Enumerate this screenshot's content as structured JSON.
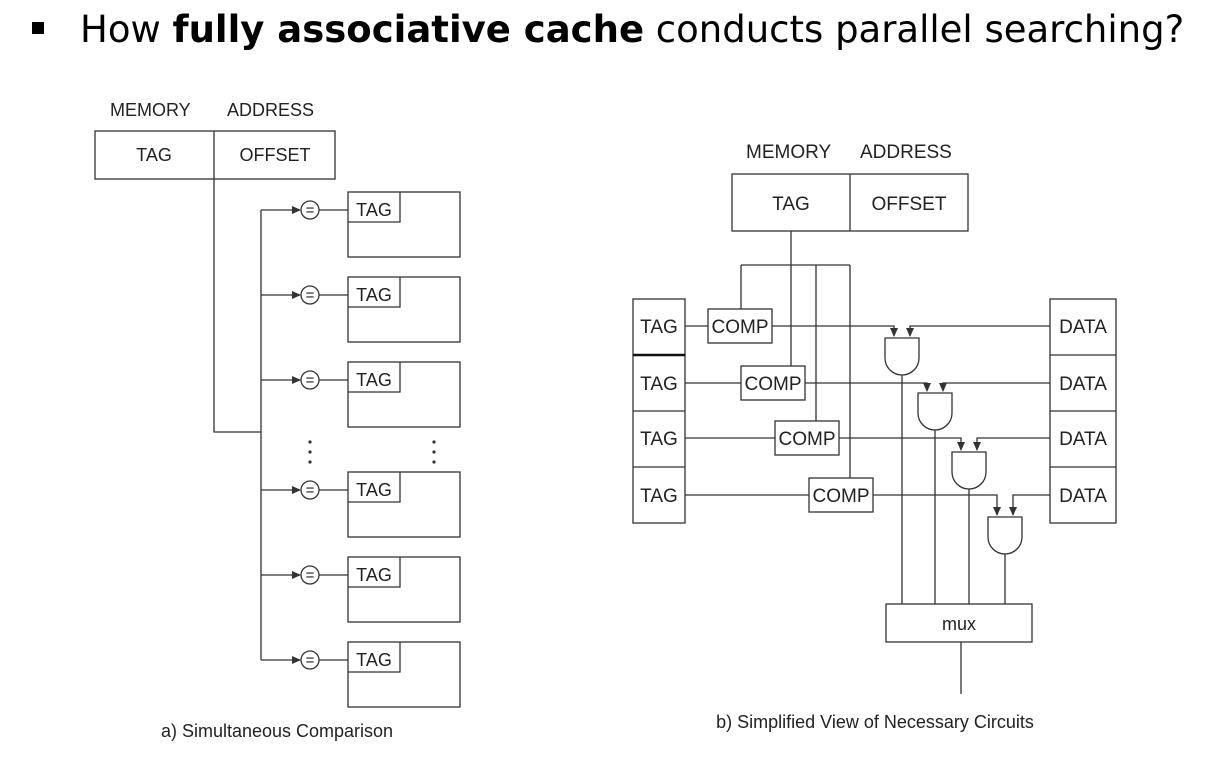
{
  "heading": {
    "prefix": "How ",
    "bold": "fully associative cache",
    "suffix": " conducts parallel searching?"
  },
  "figure_a": {
    "memory_label": "MEMORY",
    "address_label": "ADDRESS",
    "tag_label": "TAG",
    "offset_label": "OFFSET",
    "entry_tag_label": "TAG",
    "compare_symbol": "=",
    "entries_before_ellipsis": 3,
    "entries_after_ellipsis": 3,
    "caption": "a) Simultaneous Comparison"
  },
  "figure_b": {
    "memory_label": "MEMORY",
    "address_label": "ADDRESS",
    "tag_label": "TAG",
    "offset_label": "OFFSET",
    "row_tag_label": "TAG",
    "comparator_label": "COMP",
    "data_label": "DATA",
    "rows": 4,
    "mux_label": "mux",
    "caption": "b) Simplified View of Necessary Circuits"
  }
}
